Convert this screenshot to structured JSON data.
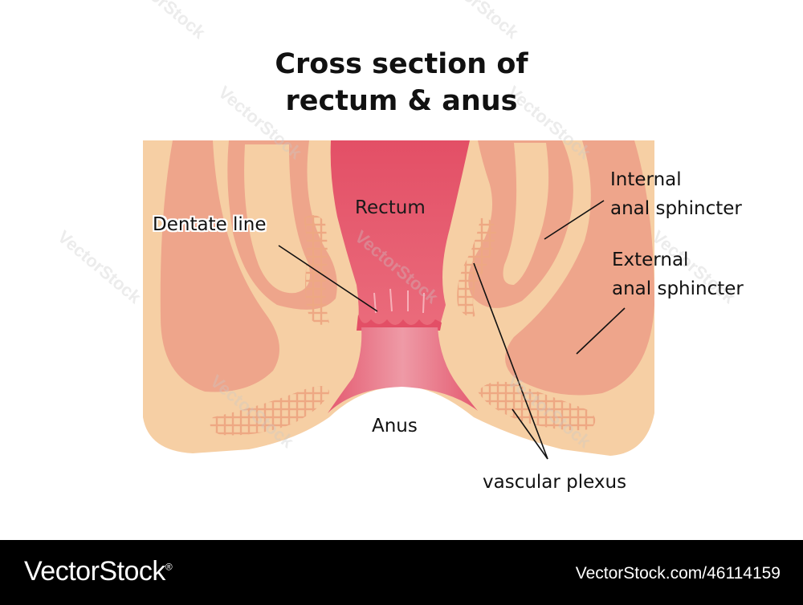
{
  "title": {
    "line1": "Cross section of",
    "line2": "rectum & anus"
  },
  "labels": {
    "rectum": "Rectum",
    "dentate_line": "Dentate line",
    "internal_1": "Internal",
    "internal_2": "anal sphincter",
    "external_1": "External",
    "external_2": "anal sphincter",
    "anus": "Anus",
    "vascular_plexus": "vascular plexus"
  },
  "watermark": {
    "text": "VectorStock",
    "footer_brand": "VectorStock",
    "footer_reg": "®",
    "footer_url": "VectorStock.com/46114159"
  },
  "colors": {
    "skin": "#f6cfa4",
    "muscle": "#eea58b",
    "rectum_top": "#e2566a",
    "canal": "#e87e8f",
    "plexus": "#f0aa85",
    "footer_bg": "#000000"
  }
}
